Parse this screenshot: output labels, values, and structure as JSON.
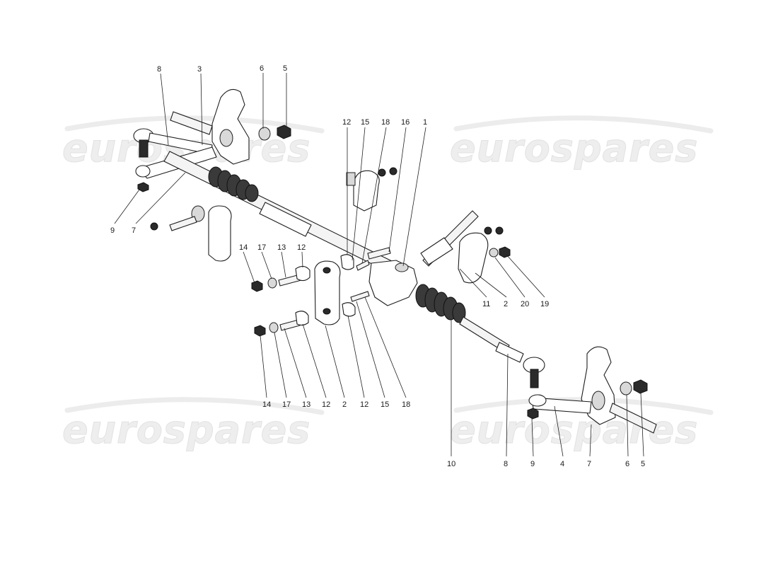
{
  "watermark": {
    "text": "eurospares"
  },
  "callouts": {
    "upper_left": [
      "8",
      "3",
      "6",
      "5",
      "9",
      "7"
    ],
    "center_top": [
      "12",
      "15",
      "18",
      "16",
      "1"
    ],
    "right_mid": [
      "11",
      "2",
      "20",
      "19"
    ],
    "left_clamp_upper": [
      "14",
      "17",
      "13",
      "12"
    ],
    "left_clamp_lower": [
      "14",
      "17",
      "13",
      "12",
      "2",
      "12",
      "15",
      "18"
    ],
    "rack_end": [
      "10"
    ],
    "lower_right": [
      "8",
      "9",
      "4",
      "7",
      "6",
      "5"
    ]
  }
}
